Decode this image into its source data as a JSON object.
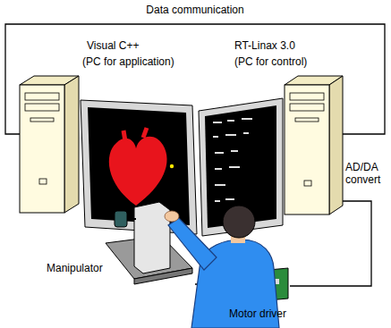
{
  "diagram": {
    "nodes": [
      {
        "text": [
          "Visual C++",
          "(PC for application)"
        ]
      },
      {
        "text": [
          "RT-Linax 3.0",
          "(PC for control)"
        ]
      },
      {
        "text": [
          "Manipulator"
        ]
      },
      {
        "text": [
          "Motor driver"
        ]
      }
    ],
    "edges": [
      {
        "from": 0,
        "to": 1,
        "arrow": "none",
        "label": "Data communication"
      },
      {
        "from": 1,
        "to": 3,
        "arrow": "none",
        "label": "AD/DA convert"
      },
      {
        "from": 2,
        "to": 3,
        "arrow": "none"
      }
    ]
  }
}
